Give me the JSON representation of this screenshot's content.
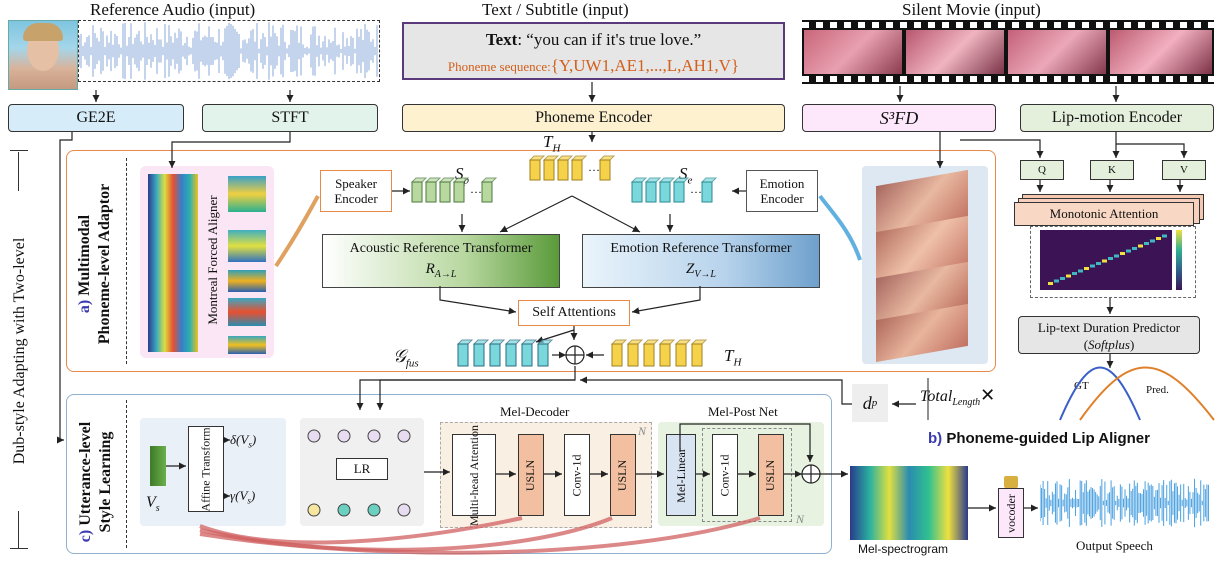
{
  "inputs": {
    "reference_audio": "Reference Audio (input)",
    "text_subtitle": "Text / Subtitle (input)",
    "silent_movie": "Silent Movie (input)"
  },
  "text_box": {
    "text_label": "Text",
    "text_value": ": “you can if it's true love.”",
    "phoneme_label": "Phoneme sequence:",
    "phoneme_value": "{Y,UW1,AE1,...,L,AH1,V}"
  },
  "encoders": {
    "ge2e": "GE2E",
    "stft": "STFT",
    "phoneme_encoder": "Phoneme Encoder",
    "s3fd": "S³FD",
    "lip_motion_encoder": "Lip-motion Encoder"
  },
  "left_axis": "Dub-style Adapting with Two-level",
  "module_a": {
    "title_prefix": "a)",
    "title_line1": "Multimodal",
    "title_line2": "Phoneme-level Adaptor",
    "aligner": "Montreal Forced Aligner",
    "speaker_encoder": "Speaker Encoder",
    "emotion_encoder": "Emotion Encoder",
    "acoustic_transformer": "Acoustic Reference Transformer",
    "acoustic_symbol": "R",
    "acoustic_sub": "A→L",
    "emotion_transformer": "Emotion Reference Transformer",
    "emotion_symbol": "Z",
    "emotion_sub": "V→L",
    "self_attentions": "Self Attentions",
    "sp": "S",
    "sp_sub": "p",
    "se": "S",
    "se_sub": "e",
    "th": "T",
    "th_sub": "H",
    "gfus": "𝒢",
    "gfus_sub": "fus"
  },
  "lip_aligner": {
    "q": "Q",
    "k": "K",
    "v": "V",
    "monotonic_attention": "Monotonic Attention",
    "duration_predictor": "Lip-text Duration Predictor",
    "softplus": "Softplus",
    "total_length": "Total",
    "total_sub": "Length",
    "times": "✕",
    "gt": "GT",
    "pred": "Pred.",
    "dp": "d",
    "dp_sub": "p",
    "title_prefix": "b)",
    "title": "Phoneme-guided Lip Aligner"
  },
  "module_c": {
    "title_prefix": "c)",
    "title_line1": "Utterance-level",
    "title_line2": "Style Learning",
    "vs": "V",
    "vs_sub": "s",
    "affine": "Affine Transform",
    "delta": "δ(V",
    "gamma": "γ(V",
    "lr": "LR",
    "mel_decoder": "Mel-Decoder",
    "multihead": "Multi-head Attention",
    "usln": "USLN",
    "conv1d": "Conv-1d",
    "n": "N",
    "mel_postnet": "Mel-Post Net",
    "mel_linear": "Mel-Linear"
  },
  "outputs": {
    "mel_spectrogram": "Mel-spectrogram",
    "vocoder": "vocoder",
    "output_speech": "Output Speech"
  },
  "colors": {
    "ge2e": "#d6ecf8",
    "stft": "#e2f3ec",
    "phoneme": "#fdf1d0",
    "s3fd": "#fde8fb",
    "lip": "#e4efdc",
    "orange": "#e8894a",
    "blueframe": "#8fb0cf"
  }
}
